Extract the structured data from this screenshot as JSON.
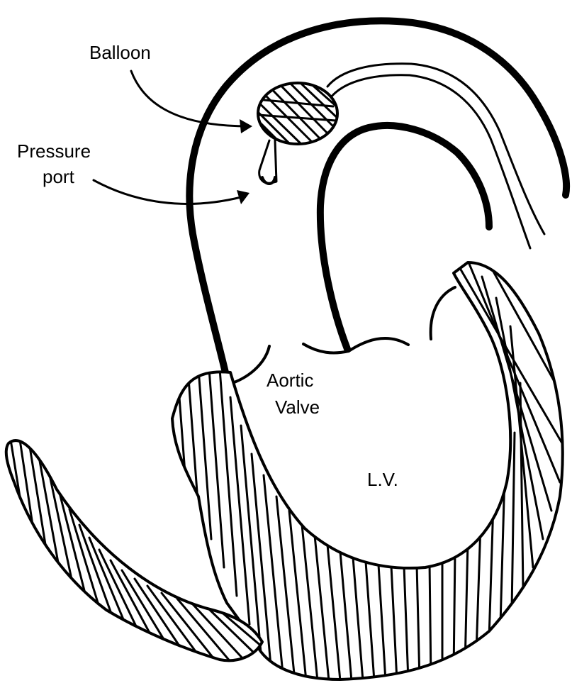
{
  "labels": {
    "balloon": "Balloon",
    "pressure_port_line1": "Pressure",
    "pressure_port_line2": "port",
    "aortic_valve_line1": "Aortic",
    "aortic_valve_line2": "Valve",
    "left_ventricle": "L.V."
  },
  "colors": {
    "ink": "#000000",
    "background": "#ffffff"
  },
  "icons": {
    "balloon": "balloon-icon",
    "catheter": "catheter-icon"
  }
}
